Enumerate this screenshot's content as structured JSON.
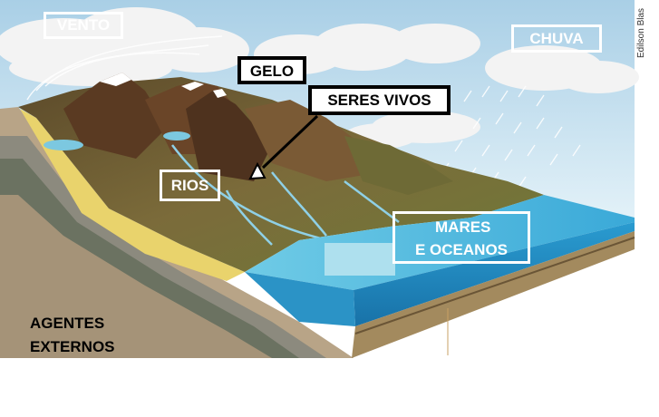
{
  "labels": {
    "vento": "VENTO",
    "gelo": "GELO",
    "seres_vivos": "SERES VIVOS",
    "chuva": "CHUVA",
    "rios": "RIOS",
    "mares_line1": "MARES",
    "mares_line2": "E OCEANOS",
    "agentes_line1": "AGENTES",
    "agentes_line2": "EXTERNOS"
  },
  "credit": "Edilson Blas",
  "colors": {
    "sky": "#cde6f2",
    "cloud": "#f4f4f4",
    "ocean_top": "#5fc0e0",
    "ocean_side": "#1e8ac2",
    "sand": "#e9d26e",
    "rock": "#8a7a63",
    "land": "#7a6a3a",
    "mountain": "#6b4a2e"
  }
}
